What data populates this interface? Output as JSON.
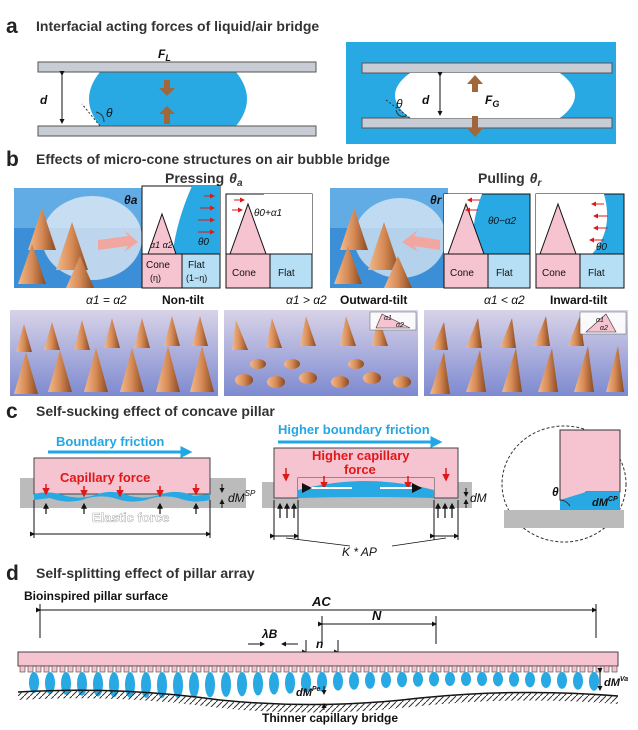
{
  "panel_a": {
    "letter": "a",
    "title": "Interfacial acting forces of liquid/air bridge",
    "left": {
      "force": "F",
      "force_sub": "L",
      "gap": "d",
      "angle": "θ"
    },
    "right": {
      "force": "F",
      "force_sub": "G",
      "gap": "d",
      "angle": "θ"
    }
  },
  "panel_b": {
    "letter": "b",
    "title": "Effects of micro-cone structures on air bubble bridge",
    "pressing": {
      "label": "Pressing",
      "sym": "θ",
      "sub": "a"
    },
    "pulling": {
      "label": "Pulling",
      "sym": "θ",
      "sub": "r"
    },
    "photo_a_sym": "θa",
    "photo_r_sym": "θr",
    "diagram1": {
      "alphas": "α1 α2",
      "cone": "Cone",
      "cone_eta": "(η)",
      "flat": "Flat",
      "flat_eta": "(1−η)",
      "theta": "θ0"
    },
    "diagram2": {
      "angle": "θ0+α1",
      "cone": "Cone",
      "flat": "Flat"
    },
    "diagram3": {
      "angle": "θ0−α2",
      "cone": "Cone",
      "flat": "Flat"
    },
    "diagram4": {
      "theta": "θ0",
      "cone": "Cone",
      "flat": "Flat"
    },
    "tilts": [
      {
        "cond": "α1 = α2",
        "name": "Non-tilt"
      },
      {
        "cond": "α1 > α2",
        "name": "Outward-tilt"
      },
      {
        "cond": "α1 < α2",
        "name": "Inward-tilt"
      }
    ],
    "inset_a1": "α1",
    "inset_a2": "α2"
  },
  "panel_c": {
    "letter": "c",
    "title": "Self-sucking effect of concave pillar",
    "boundary": "Boundary friction",
    "capillary": "Capillary force",
    "elastic": "Elastic force",
    "dm_sp": "dM",
    "dm_sp_sup": "SP",
    "higher_boundary": "Higher boundary friction",
    "higher_cap1": "Higher capillary",
    "higher_cap2": "force",
    "dm": "dM",
    "kap": "K * AP",
    "zoom_theta": "θ",
    "zoom_dm": "dM",
    "zoom_sup": "CP"
  },
  "panel_d": {
    "letter": "d",
    "title": "Self-splitting effect of pillar array",
    "surface": "Bioinspired pillar surface",
    "ac": "AC",
    "n_big": "N",
    "lambda": "λB",
    "n_small": "n",
    "dm_va": "dM",
    "dm_va_sup": "Va",
    "dm_pe": "dM",
    "dm_pe_sup": "Pe",
    "thinner": "Thinner capillary bridge"
  },
  "colors": {
    "blue": "#29a9e4",
    "pink": "#f6c3d0",
    "plate": "#c8ccd4",
    "arrow": "#a0673a",
    "red": "#e01818",
    "cyan": "#21a7e6",
    "ground": "#bbbbbb",
    "cone": "#d98a57",
    "bg_photo": "#7f8fd1"
  }
}
